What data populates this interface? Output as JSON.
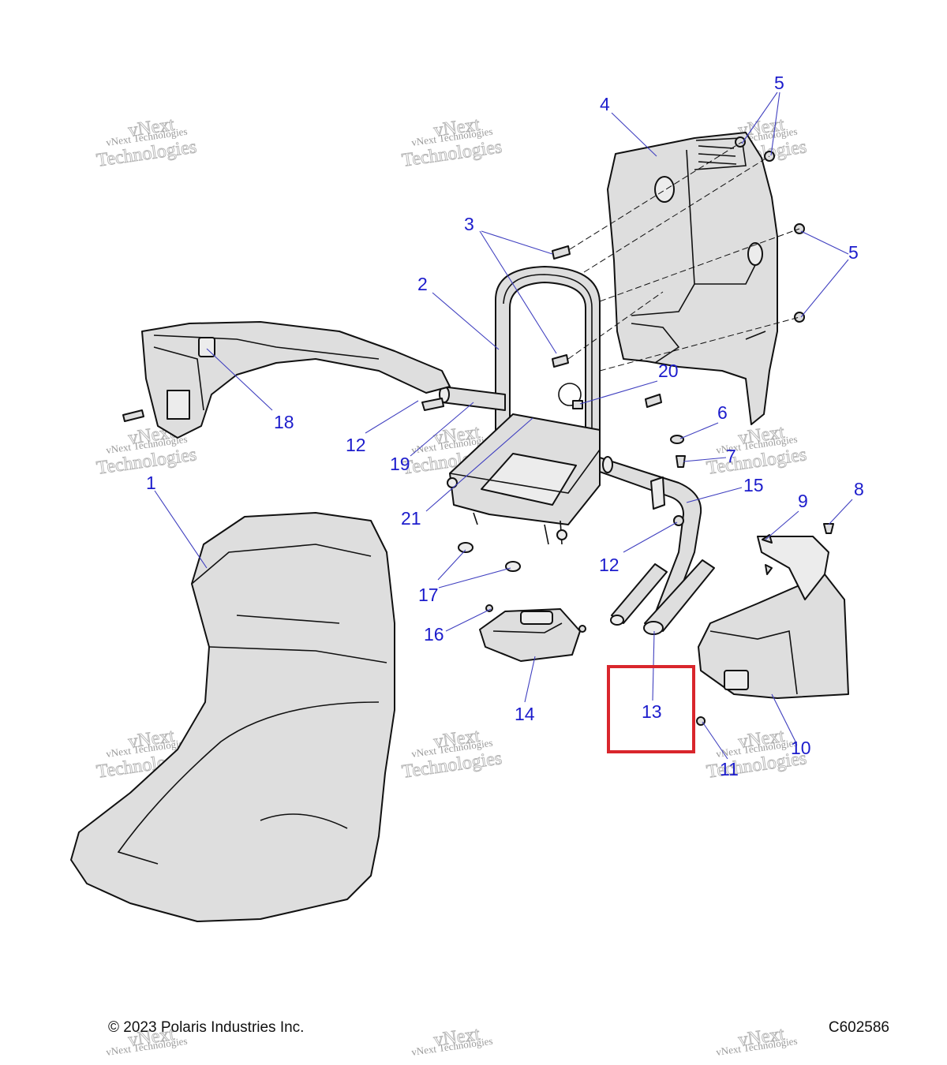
{
  "footer": {
    "copyright": "© 2023 Polaris Industries Inc.",
    "figure_code": "C602586"
  },
  "watermark": {
    "line1": "vNext Technologies",
    "line2": "Technologies",
    "line3": "vNext"
  },
  "highlight": {
    "color": "#d9262c",
    "callout": "13"
  },
  "callouts": [
    "1",
    "2",
    "3",
    "4",
    "5",
    "5",
    "6",
    "7",
    "8",
    "9",
    "10",
    "11",
    "12",
    "12",
    "13",
    "14",
    "15",
    "16",
    "17",
    "18",
    "19",
    "20",
    "21"
  ],
  "colors": {
    "callout": "#1c1ccc",
    "part_fill": "#dedede",
    "outline": "#111111"
  }
}
